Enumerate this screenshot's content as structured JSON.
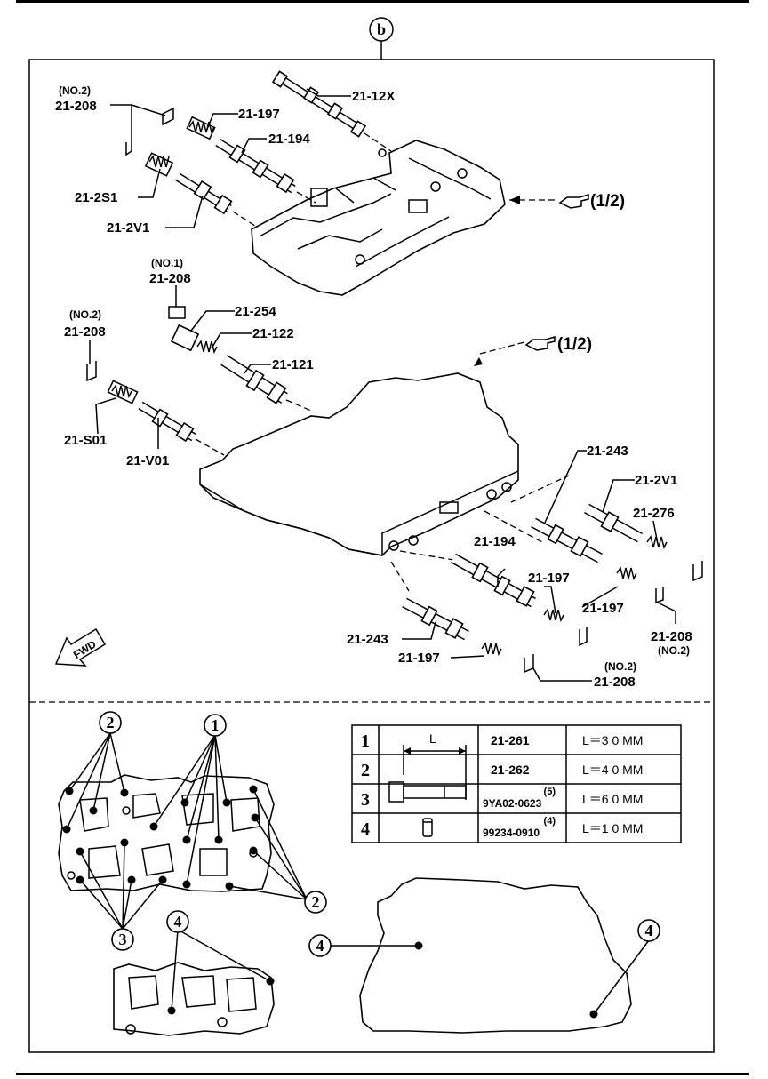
{
  "header": {
    "section_marker": "b"
  },
  "upper_diagram": {
    "fwd_label": "FWD",
    "refs": [
      {
        "id": "ref-top",
        "text": "(1/2)",
        "icon": "pointing-hand-icon"
      },
      {
        "id": "ref-mid",
        "text": "(1/2)",
        "icon": "pointing-hand-icon"
      }
    ],
    "labels": [
      {
        "id": "l1",
        "text": "(NO.2)"
      },
      {
        "id": "l2",
        "text": "21-208"
      },
      {
        "id": "l3",
        "text": "21-12X"
      },
      {
        "id": "l4",
        "text": "21-197"
      },
      {
        "id": "l5",
        "text": "21-194"
      },
      {
        "id": "l6",
        "text": "21-2S1"
      },
      {
        "id": "l7",
        "text": "21-2V1"
      },
      {
        "id": "l8",
        "text": "(NO.1)"
      },
      {
        "id": "l9",
        "text": "21-208"
      },
      {
        "id": "l10",
        "text": "(NO.2)"
      },
      {
        "id": "l11",
        "text": "21-208"
      },
      {
        "id": "l12",
        "text": "21-254"
      },
      {
        "id": "l13",
        "text": "21-122"
      },
      {
        "id": "l14",
        "text": "21-121"
      },
      {
        "id": "l15",
        "text": "21-S01"
      },
      {
        "id": "l16",
        "text": "21-V01"
      },
      {
        "id": "l17",
        "text": "21-243"
      },
      {
        "id": "l18",
        "text": "21-2V1"
      },
      {
        "id": "l19",
        "text": "21-276"
      },
      {
        "id": "l20",
        "text": "21-194"
      },
      {
        "id": "l21",
        "text": "21-197"
      },
      {
        "id": "l22",
        "text": "21-197"
      },
      {
        "id": "l23",
        "text": "21-243"
      },
      {
        "id": "l24",
        "text": "21-197"
      },
      {
        "id": "l25",
        "text": "21-208"
      },
      {
        "id": "l26",
        "text": "(NO.2)"
      },
      {
        "id": "l27",
        "text": "(NO.2)"
      },
      {
        "id": "l28",
        "text": "21-208"
      }
    ]
  },
  "bolt_table": {
    "dimension_label": "L",
    "rows": [
      {
        "num": "1",
        "part": "21-261",
        "qty": "",
        "length": "L＝3 0 MM"
      },
      {
        "num": "2",
        "part": "21-262",
        "qty": "",
        "length": "L＝4 0 MM"
      },
      {
        "num": "3",
        "part": "9YA02-0623",
        "qty": "(5)",
        "length": "L＝6 0 MM"
      },
      {
        "num": "4",
        "part": "99234-0910",
        "qty": "(4)",
        "length": "L＝1 0 MM"
      }
    ]
  },
  "lower_diagram": {
    "callouts": [
      "1",
      "2",
      "2",
      "3",
      "4",
      "4",
      "4"
    ]
  }
}
